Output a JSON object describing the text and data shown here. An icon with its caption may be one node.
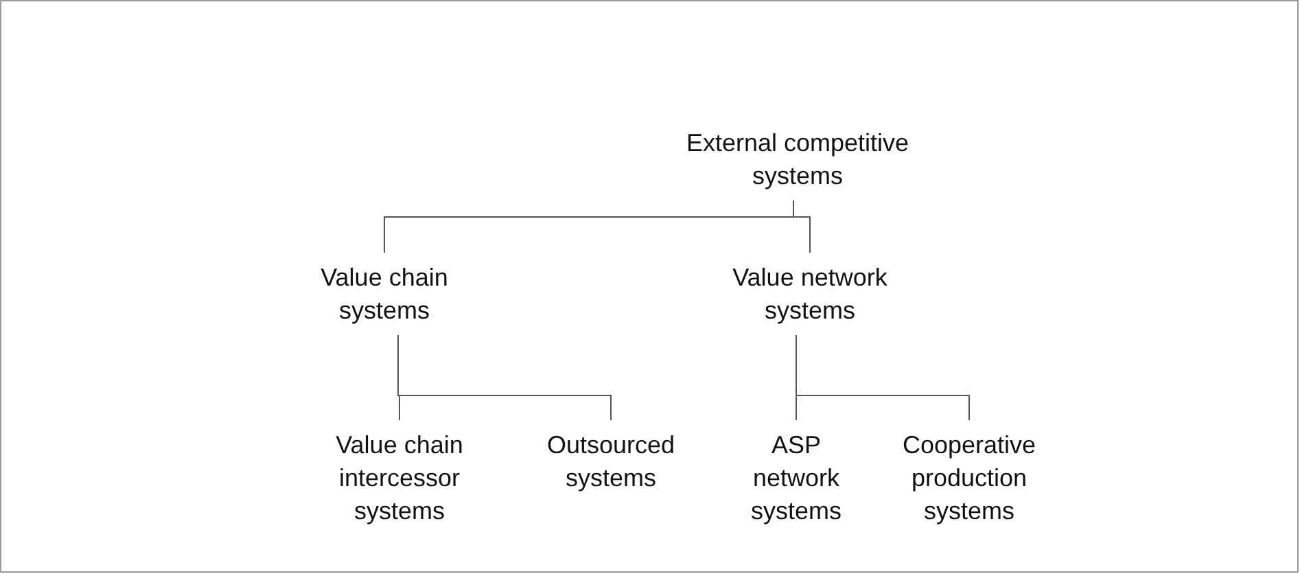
{
  "diagram": {
    "nodes": [
      {
        "text": [
          "External competitive systems"
        ]
      },
      {
        "text": [
          "Value chain systems"
        ]
      },
      {
        "text": [
          "Value network systems"
        ]
      },
      {
        "text": [
          "Value chain intercessor systems"
        ]
      },
      {
        "text": [
          "Outsourced systems"
        ]
      },
      {
        "text": [
          "ASP network systems"
        ]
      },
      {
        "text": [
          "Cooperative production systems"
        ]
      }
    ],
    "edges": [
      {
        "from": 0,
        "to": 1,
        "arrow": "none"
      },
      {
        "from": 0,
        "to": 2,
        "arrow": "none"
      },
      {
        "from": 1,
        "to": 3,
        "arrow": "none"
      },
      {
        "from": 1,
        "to": 4,
        "arrow": "none"
      },
      {
        "from": 2,
        "to": 5,
        "arrow": "none"
      },
      {
        "from": 2,
        "to": 6,
        "arrow": "none"
      }
    ]
  }
}
